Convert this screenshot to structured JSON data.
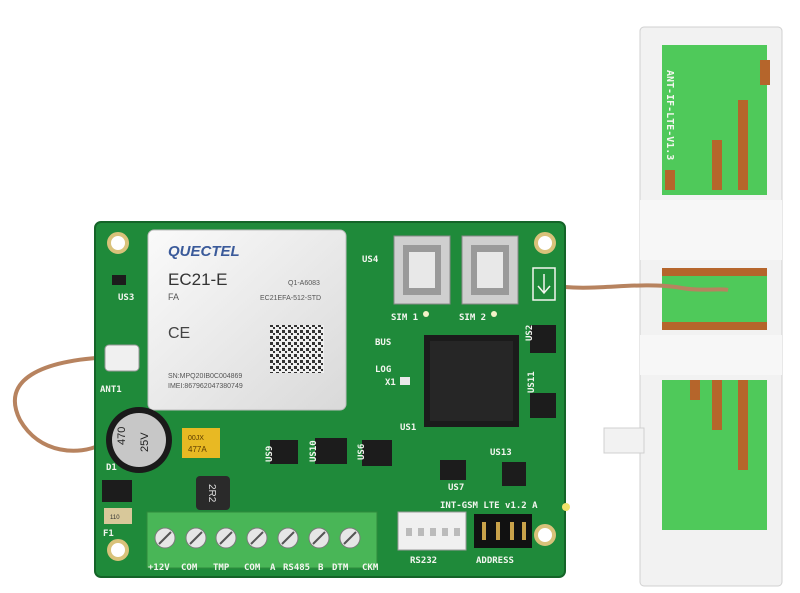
{
  "module": {
    "brand": "QUECTEL",
    "model": "EC21-E",
    "variant": "FA",
    "code": "Q1-A6083",
    "part": "EC21EFA-512-STD",
    "sn": "SN:MPQ20IB0C004869",
    "imei": "IMEI:867962047380749",
    "ce": "CE"
  },
  "board": {
    "name": "INT-GSM LTE v1.2 A",
    "labels": {
      "us3": "US3",
      "us4": "US4",
      "ant1": "ANT1",
      "sim1": "SIM 1",
      "sim2": "SIM 2",
      "bus": "BUS",
      "log": "LOG",
      "x1": "X1",
      "us1": "US1",
      "us2": "US2",
      "us11": "US11",
      "us13": "US13",
      "us7": "US7",
      "us9": "US9",
      "us10": "US10",
      "us6": "US6",
      "d1": "D1",
      "f1": "F1",
      "rs232": "RS232",
      "address": "ADDRESS"
    },
    "capacitor": {
      "value": "470",
      "voltage": "25V"
    },
    "tantalum": {
      "value": "477A",
      "code": "00JX"
    },
    "inductor": "2R2",
    "fuse": "110",
    "terminals": [
      "+12V",
      "COM",
      "TMP",
      "COM",
      "A",
      "RS485",
      "B",
      "DTM",
      "CKM"
    ]
  },
  "antenna": {
    "silk": "ANT-IF-LTE-V1.3"
  },
  "colors": {
    "pcb": "#1f8a3a",
    "antenna_trace": "#b5652b",
    "antenna_bg": "#4fc95a",
    "cable": "#b7835f"
  }
}
